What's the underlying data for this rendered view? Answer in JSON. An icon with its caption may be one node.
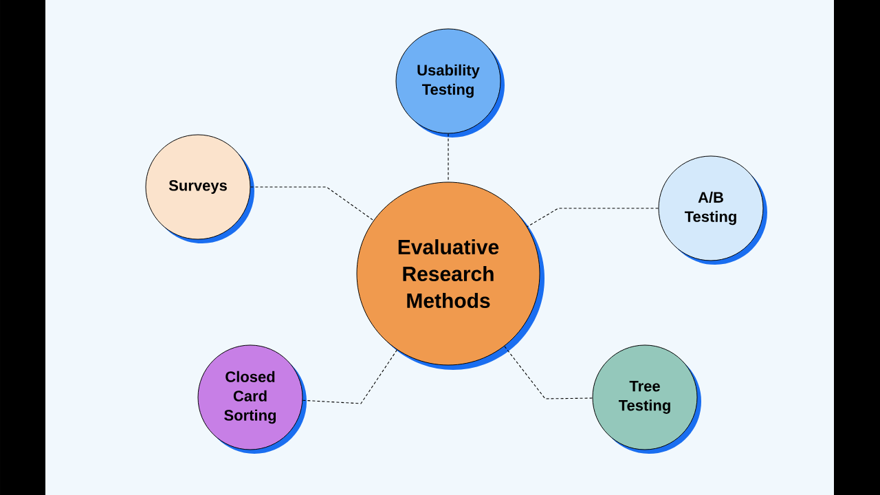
{
  "diagram": {
    "nodes": [
      {
        "text": [
          "Evaluative Research Methods"
        ]
      },
      {
        "text": [
          "Usability Testing"
        ]
      },
      {
        "text": [
          "Surveys"
        ]
      },
      {
        "text": [
          "A/B Testing"
        ]
      },
      {
        "text": [
          "Closed Card Sorting"
        ]
      },
      {
        "text": [
          "Tree Testing"
        ]
      }
    ],
    "edges": [
      {
        "from": 0,
        "to": 1,
        "arrow": "none",
        "style": "dashed"
      },
      {
        "from": 0,
        "to": 2,
        "arrow": "none",
        "style": "dashed"
      },
      {
        "from": 0,
        "to": 3,
        "arrow": "none",
        "style": "dashed"
      },
      {
        "from": 0,
        "to": 4,
        "arrow": "none",
        "style": "dashed"
      },
      {
        "from": 0,
        "to": 5,
        "arrow": "none",
        "style": "dashed"
      }
    ]
  }
}
